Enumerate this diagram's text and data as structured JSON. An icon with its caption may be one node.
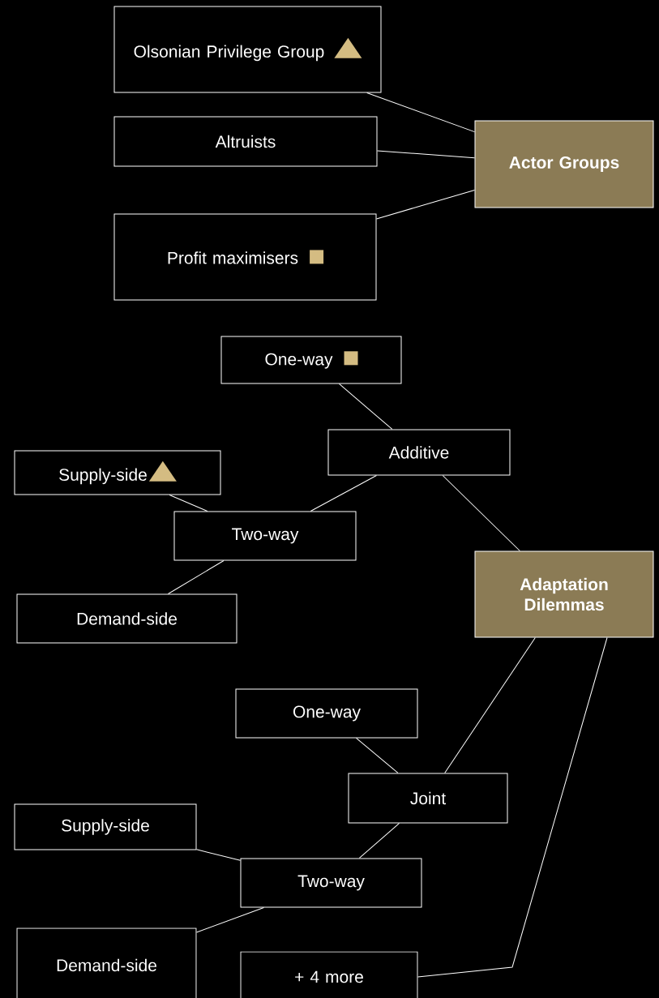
{
  "diagram": {
    "nodes": [
      {
        "text": [
          "Olsonian Privilege Group"
        ]
      },
      {
        "text": [
          "Altruists"
        ]
      },
      {
        "text": [
          "Profit maximisers"
        ]
      },
      {
        "text": [
          "Actor Groups"
        ]
      },
      {
        "text": [
          "One-way"
        ]
      },
      {
        "text": [
          "Additive"
        ]
      },
      {
        "text": [
          "Supply-side"
        ]
      },
      {
        "text": [
          "Two-way"
        ]
      },
      {
        "text": [
          "Demand-side"
        ]
      },
      {
        "text": [
          "Adaptation Dilemmas"
        ]
      },
      {
        "text": [
          "One-way"
        ]
      },
      {
        "text": [
          "Joint"
        ]
      },
      {
        "text": [
          "Supply-side"
        ]
      },
      {
        "text": [
          "Two-way"
        ]
      },
      {
        "text": [
          "Demand-side"
        ]
      },
      {
        "text": [
          "+ 4 more"
        ]
      }
    ],
    "edges": [
      {
        "from": 0,
        "to": 3,
        "arrow": "none"
      },
      {
        "from": 1,
        "to": 3,
        "arrow": "none"
      },
      {
        "from": 2,
        "to": 3,
        "arrow": "none"
      },
      {
        "from": 4,
        "to": 5,
        "arrow": "none"
      },
      {
        "from": 5,
        "to": 9,
        "arrow": "none"
      },
      {
        "from": 6,
        "to": 7,
        "arrow": "none"
      },
      {
        "from": 7,
        "to": 5,
        "arrow": "none"
      },
      {
        "from": 7,
        "to": 8,
        "arrow": "none"
      },
      {
        "from": 10,
        "to": 11,
        "arrow": "none"
      },
      {
        "from": 11,
        "to": 9,
        "arrow": "none"
      },
      {
        "from": 12,
        "to": 13,
        "arrow": "none"
      },
      {
        "from": 13,
        "to": 11,
        "arrow": "none"
      },
      {
        "from": 13,
        "to": 14,
        "arrow": "none"
      },
      {
        "from": 15,
        "to": 9,
        "arrow": "none"
      }
    ]
  }
}
